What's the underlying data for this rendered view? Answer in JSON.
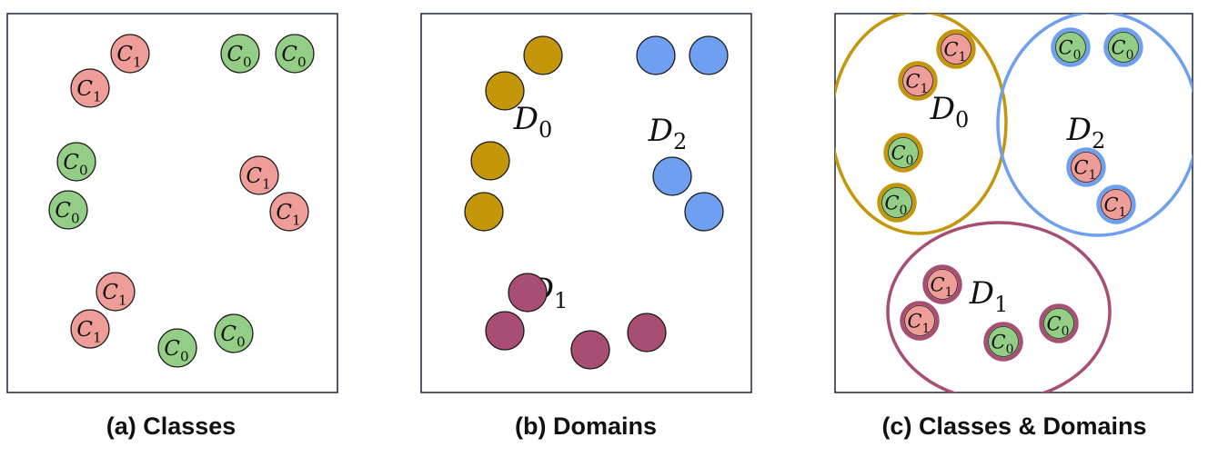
{
  "panels": [
    {
      "caption": "(a) Classes",
      "items": [
        {
          "kind": "class",
          "class": "1"
        },
        {
          "kind": "class",
          "class": "1"
        },
        {
          "kind": "class",
          "class": "0"
        },
        {
          "kind": "class",
          "class": "0"
        },
        {
          "kind": "class",
          "class": "0"
        },
        {
          "kind": "class",
          "class": "0"
        },
        {
          "kind": "class",
          "class": "1"
        },
        {
          "kind": "class",
          "class": "1"
        },
        {
          "kind": "class",
          "class": "1"
        },
        {
          "kind": "class",
          "class": "1"
        },
        {
          "kind": "class",
          "class": "0"
        },
        {
          "kind": "class",
          "class": "0"
        }
      ]
    },
    {
      "caption": "(b) Domains",
      "domain_labels": [
        {
          "letter": "D",
          "index": "0"
        },
        {
          "letter": "D",
          "index": "2"
        },
        {
          "letter": "D",
          "index": "1"
        }
      ],
      "items": [
        {
          "kind": "domain",
          "domain": "0"
        },
        {
          "kind": "domain",
          "domain": "0"
        },
        {
          "kind": "domain",
          "domain": "0"
        },
        {
          "kind": "domain",
          "domain": "0"
        },
        {
          "kind": "domain",
          "domain": "2"
        },
        {
          "kind": "domain",
          "domain": "2"
        },
        {
          "kind": "domain",
          "domain": "2"
        },
        {
          "kind": "domain",
          "domain": "2"
        },
        {
          "kind": "domain",
          "domain": "1"
        },
        {
          "kind": "domain",
          "domain": "1"
        },
        {
          "kind": "domain",
          "domain": "1"
        },
        {
          "kind": "domain",
          "domain": "1"
        }
      ]
    },
    {
      "caption": "(c) Classes & Domains",
      "domain_labels": [
        {
          "letter": "D",
          "index": "0"
        },
        {
          "letter": "D",
          "index": "2"
        },
        {
          "letter": "D",
          "index": "1"
        }
      ],
      "items": [
        {
          "kind": "both",
          "class": "1",
          "domain": "0"
        },
        {
          "kind": "both",
          "class": "1",
          "domain": "0"
        },
        {
          "kind": "both",
          "class": "0",
          "domain": "0"
        },
        {
          "kind": "both",
          "class": "0",
          "domain": "0"
        },
        {
          "kind": "both",
          "class": "0",
          "domain": "2"
        },
        {
          "kind": "both",
          "class": "0",
          "domain": "2"
        },
        {
          "kind": "both",
          "class": "1",
          "domain": "2"
        },
        {
          "kind": "both",
          "class": "1",
          "domain": "2"
        },
        {
          "kind": "both",
          "class": "1",
          "domain": "1"
        },
        {
          "kind": "both",
          "class": "1",
          "domain": "1"
        },
        {
          "kind": "both",
          "class": "0",
          "domain": "1"
        },
        {
          "kind": "both",
          "class": "0",
          "domain": "1"
        }
      ]
    }
  ],
  "class_letter": "C",
  "colors": {
    "class_0": "#94cd86",
    "class_1": "#ee9d98",
    "domain_0": "#c4960a",
    "domain_1": "#a84d73",
    "domain_2": "#6f9ff0",
    "frame": "#1d2538",
    "text": "#111111"
  }
}
